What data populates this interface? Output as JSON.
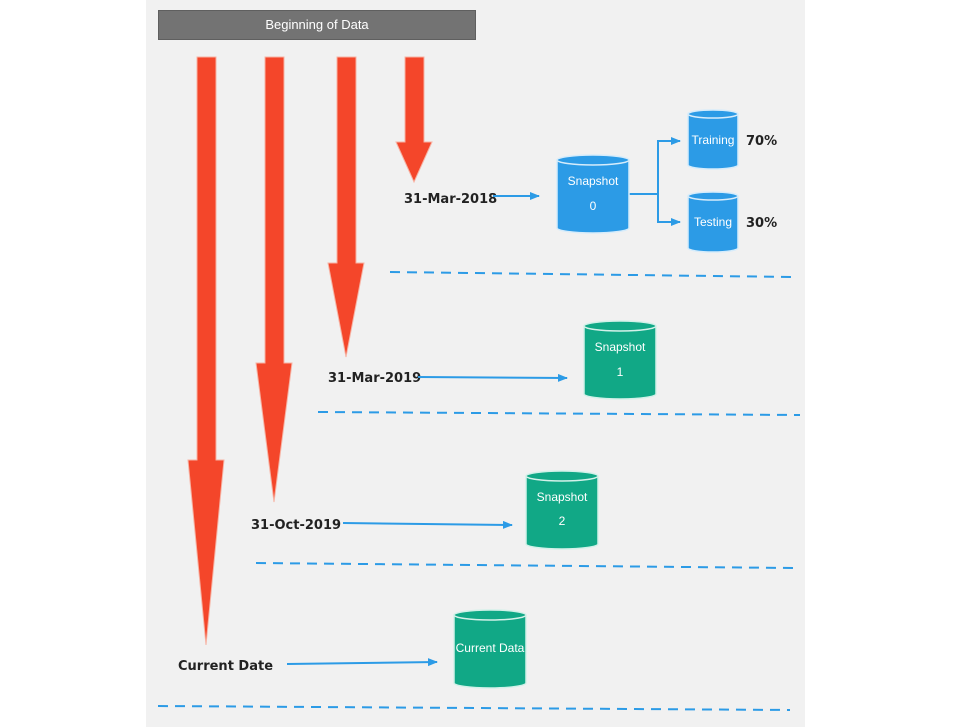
{
  "header": {
    "title": "Beginning of Data"
  },
  "timeline": [
    {
      "date": "31-Mar-2018",
      "snapshot_label": "Snapshot",
      "snapshot_id": "0"
    },
    {
      "date": "31-Mar-2019",
      "snapshot_label": "Snapshot",
      "snapshot_id": "1"
    },
    {
      "date": "31-Oct-2019",
      "snapshot_label": "Snapshot",
      "snapshot_id": "2"
    },
    {
      "date": "Current Date",
      "snapshot_label": "Current Data",
      "snapshot_id": ""
    }
  ],
  "split": [
    {
      "name": "Training",
      "percent": "70%"
    },
    {
      "name": "Testing",
      "percent": "30%"
    }
  ],
  "colors": {
    "arrow_red": "#f4462a",
    "blue": "#2c9be6",
    "green": "#11a886",
    "dashed": "#2c9be6"
  }
}
